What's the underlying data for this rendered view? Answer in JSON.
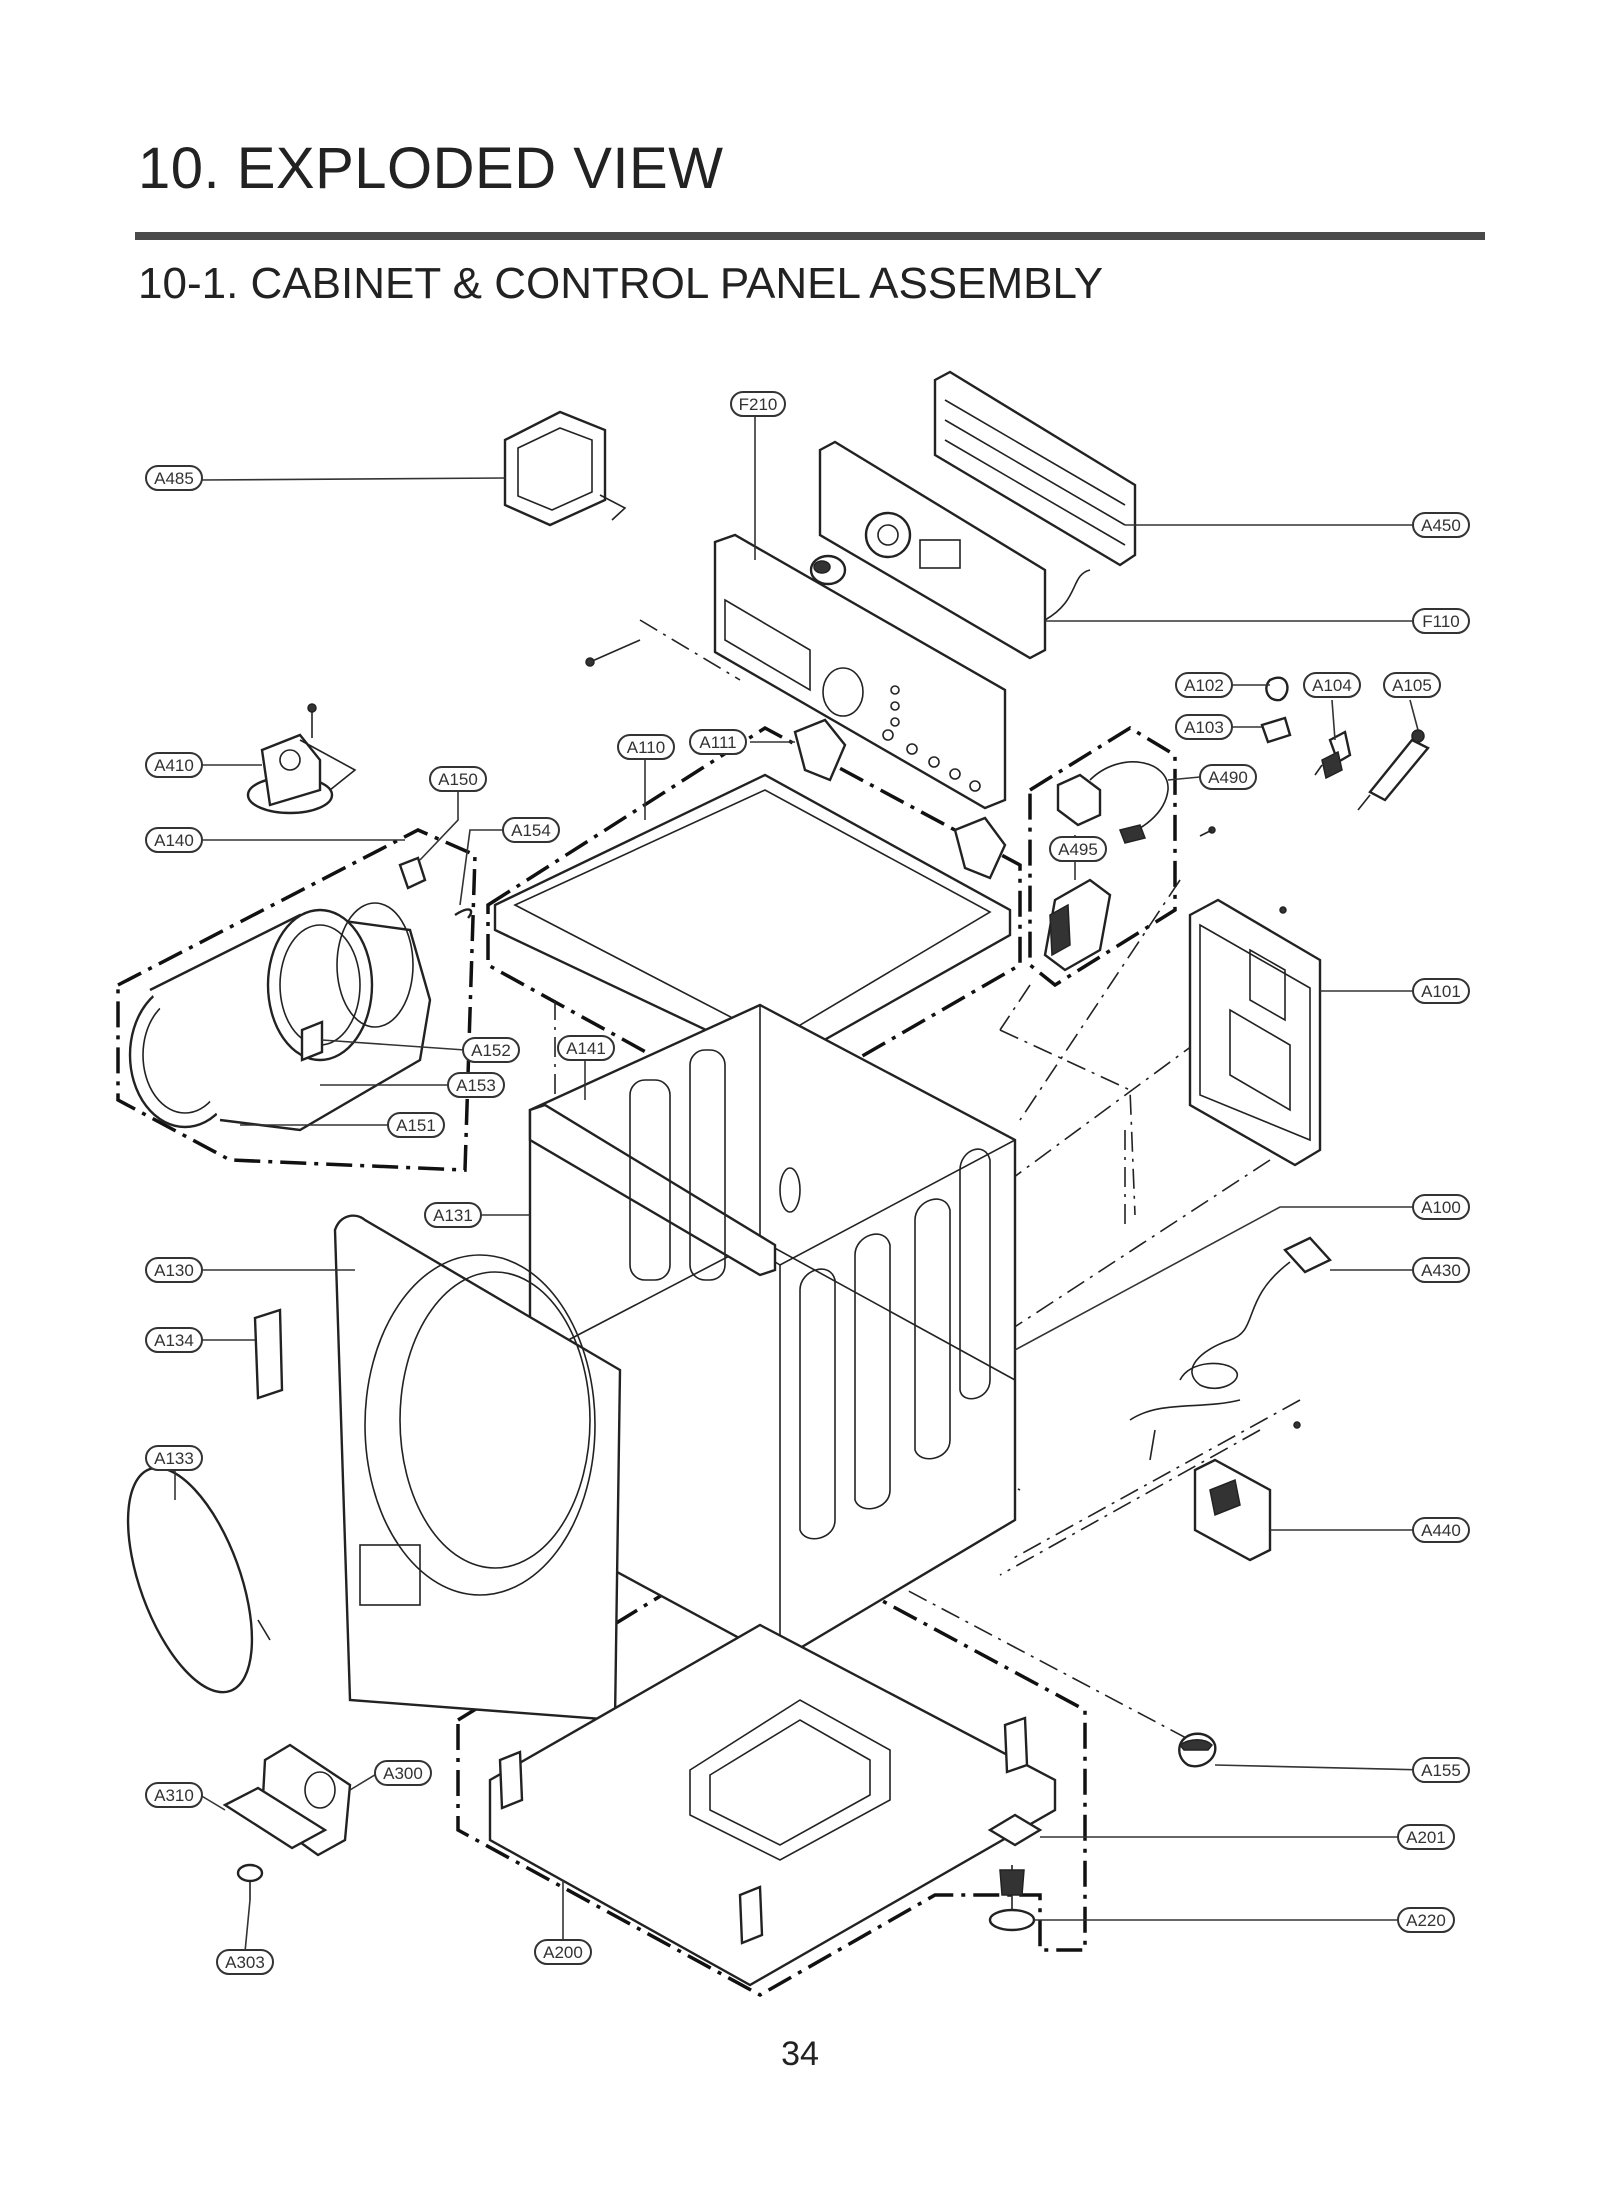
{
  "header": {
    "title": "10. EXPLODED VIEW",
    "subtitle": "10-1. CABINET  & CONTROL PANEL ASSEMBLY"
  },
  "labels": [
    {
      "id": "F210",
      "text": "F210"
    },
    {
      "id": "A485",
      "text": "A485"
    },
    {
      "id": "A450",
      "text": "A450"
    },
    {
      "id": "F110",
      "text": "F110"
    },
    {
      "id": "A102",
      "text": "A102"
    },
    {
      "id": "A104",
      "text": "A104"
    },
    {
      "id": "A105",
      "text": "A105"
    },
    {
      "id": "A103",
      "text": "A103"
    },
    {
      "id": "A410",
      "text": "A410"
    },
    {
      "id": "A110",
      "text": "A110"
    },
    {
      "id": "A111",
      "text": "A111"
    },
    {
      "id": "A490",
      "text": "A490"
    },
    {
      "id": "A150",
      "text": "A150"
    },
    {
      "id": "A154",
      "text": "A154"
    },
    {
      "id": "A140",
      "text": "A140"
    },
    {
      "id": "A495",
      "text": "A495"
    },
    {
      "id": "A101",
      "text": "A101"
    },
    {
      "id": "A152",
      "text": "A152"
    },
    {
      "id": "A141",
      "text": "A141"
    },
    {
      "id": "A153",
      "text": "A153"
    },
    {
      "id": "A151",
      "text": "A151"
    },
    {
      "id": "A131",
      "text": "A131"
    },
    {
      "id": "A100",
      "text": "A100"
    },
    {
      "id": "A130",
      "text": "A130"
    },
    {
      "id": "A430",
      "text": "A430"
    },
    {
      "id": "A134",
      "text": "A134"
    },
    {
      "id": "A133",
      "text": "A133"
    },
    {
      "id": "A440",
      "text": "A440"
    },
    {
      "id": "A155",
      "text": "A155"
    },
    {
      "id": "A300",
      "text": "A300"
    },
    {
      "id": "A310",
      "text": "A310"
    },
    {
      "id": "A201",
      "text": "A201"
    },
    {
      "id": "A220",
      "text": "A220"
    },
    {
      "id": "A303",
      "text": "A303"
    },
    {
      "id": "A200",
      "text": "A200"
    }
  ],
  "footer": {
    "page_number": "34"
  }
}
